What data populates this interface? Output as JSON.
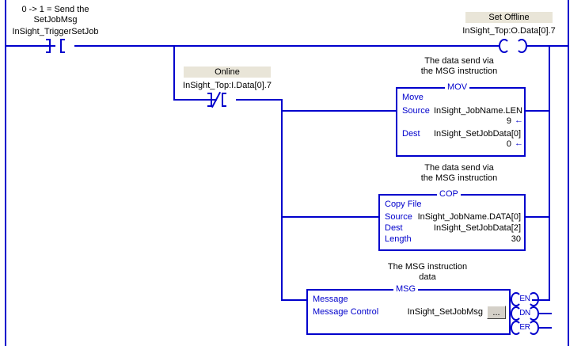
{
  "rung": {
    "trigger": {
      "comment": "0 -> 1 = Send the\nSetJobMsg",
      "tag": "InSight_TriggerSetJob",
      "type": "xic-contact"
    },
    "set_offline": {
      "highlight_label": "Set Offline",
      "tag": "InSight_Top:O.Data[0].7",
      "type": "ote-coil"
    },
    "online": {
      "highlight_label": "Online",
      "tag": "InSight_Top:I.Data[0].7",
      "type": "xio-contact"
    }
  },
  "instructions": [
    {
      "name": "mov",
      "comment": "The data send via\nthe MSG instruction",
      "mnemonic": "MOV",
      "title": "Move",
      "rows": [
        {
          "label": "Source",
          "operand": "InSight_JobName.LEN",
          "value": "9"
        },
        {
          "label": "Dest",
          "operand": "InSight_SetJobData[0]",
          "value": "0"
        }
      ]
    },
    {
      "name": "cop",
      "comment": "The data send via\nthe MSG instruction",
      "mnemonic": "COP",
      "title": "Copy File",
      "rows": [
        {
          "label": "Source",
          "operand": "InSight_JobName.DATA[0]"
        },
        {
          "label": "Dest",
          "operand": "InSight_SetJobData[2]"
        },
        {
          "label": "Length",
          "operand": "30"
        }
      ]
    },
    {
      "name": "msg",
      "comment": "The MSG instruction\ndata",
      "mnemonic": "MSG",
      "title": "Message",
      "rows": [
        {
          "label": "Message Control",
          "operand": "InSight_SetJobMsg"
        }
      ],
      "browse_button": "...",
      "outputs": [
        "EN",
        "DN",
        "ER"
      ]
    }
  ],
  "colors": {
    "wire": "#0000CC",
    "instruction_text": "#0000CC",
    "operand_text": "#000000",
    "highlight_bg": "#E9E5D8",
    "button_face": "#D4D0C8"
  }
}
